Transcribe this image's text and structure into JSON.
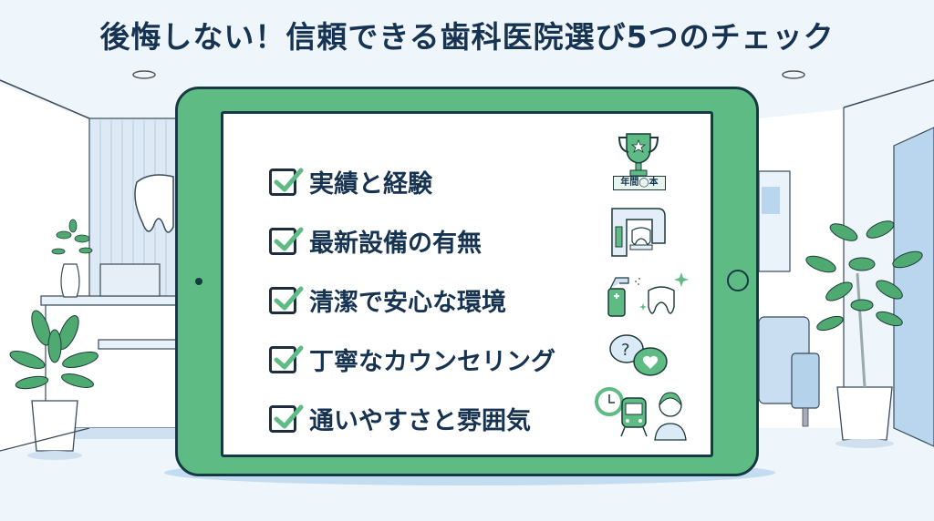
{
  "title": "後悔しない！信頼できる歯科医院選び5つのチェック",
  "checklist": {
    "items": [
      {
        "label": "実績と経験",
        "icon": "trophy-icon",
        "icon_caption": "年間◯本"
      },
      {
        "label": "最新設備の有無",
        "icon": "dental-xray-machine-icon"
      },
      {
        "label": "清潔で安心な環境",
        "icon": "disinfectant-spray-tooth-icon"
      },
      {
        "label": "丁寧なカウンセリング",
        "icon": "speech-bubbles-icon"
      },
      {
        "label": "通いやすさと雰囲気",
        "icon": "clock-train-staff-icon"
      }
    ]
  },
  "colors": {
    "tablet_frame": "#5fbb84",
    "outline": "#163a44",
    "title_text": "#173352",
    "check_green": "#5fbb84",
    "background": "#eef5fb"
  }
}
